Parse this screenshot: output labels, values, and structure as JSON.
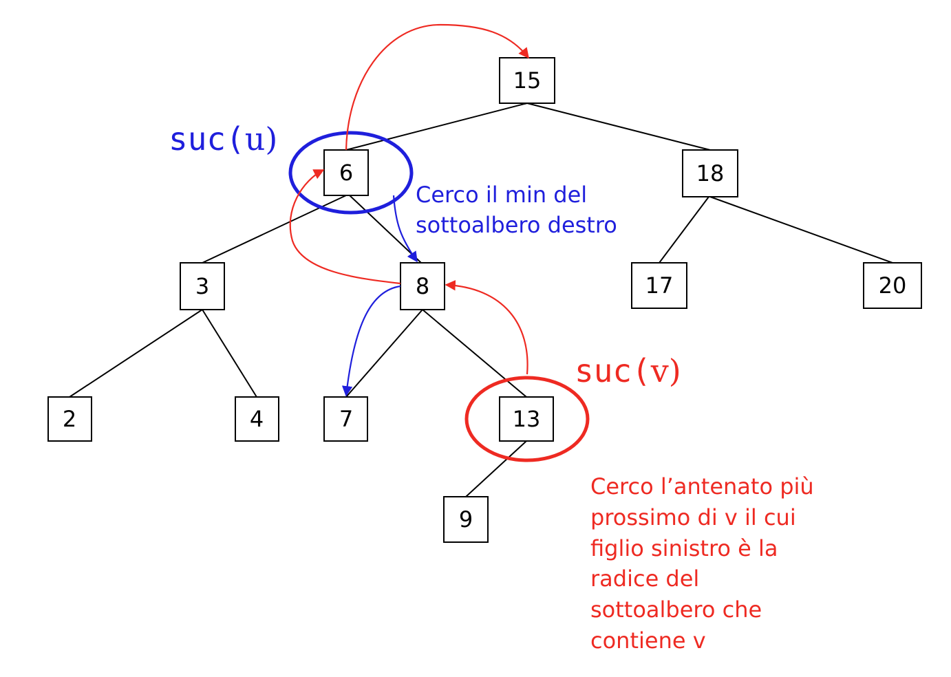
{
  "colors": {
    "successor_u": "#1f1fdc",
    "successor_v": "#ee2a22",
    "edge": "#000000"
  },
  "tree": {
    "nodes": [
      {
        "id": "n15",
        "key": "15"
      },
      {
        "id": "n6",
        "key": "6"
      },
      {
        "id": "n18",
        "key": "18"
      },
      {
        "id": "n3",
        "key": "3"
      },
      {
        "id": "n8",
        "key": "8"
      },
      {
        "id": "n17",
        "key": "17"
      },
      {
        "id": "n20",
        "key": "20"
      },
      {
        "id": "n2",
        "key": "2"
      },
      {
        "id": "n4",
        "key": "4"
      },
      {
        "id": "n7",
        "key": "7"
      },
      {
        "id": "n13",
        "key": "13"
      },
      {
        "id": "n9",
        "key": "9"
      }
    ],
    "edges": [
      [
        "15",
        "6"
      ],
      [
        "15",
        "18"
      ],
      [
        "6",
        "3"
      ],
      [
        "6",
        "8"
      ],
      [
        "18",
        "17"
      ],
      [
        "18",
        "20"
      ],
      [
        "3",
        "2"
      ],
      [
        "3",
        "4"
      ],
      [
        "8",
        "7"
      ],
      [
        "8",
        "13"
      ],
      [
        "13",
        "9"
      ]
    ]
  },
  "annotations": {
    "suc_u": {
      "func": "suc(",
      "arg": "u",
      "close": ")"
    },
    "suc_v": {
      "func": "suc(",
      "arg": "v",
      "close": ")"
    },
    "note_u": [
      "Cerco il min del",
      "sottoalbero destro"
    ],
    "note_v": [
      "Cerco l’antenato più",
      "prossimo di v il cui",
      "figlio sinistro  è la",
      "radice del",
      "sottoalbero che",
      "contiene v"
    ]
  }
}
